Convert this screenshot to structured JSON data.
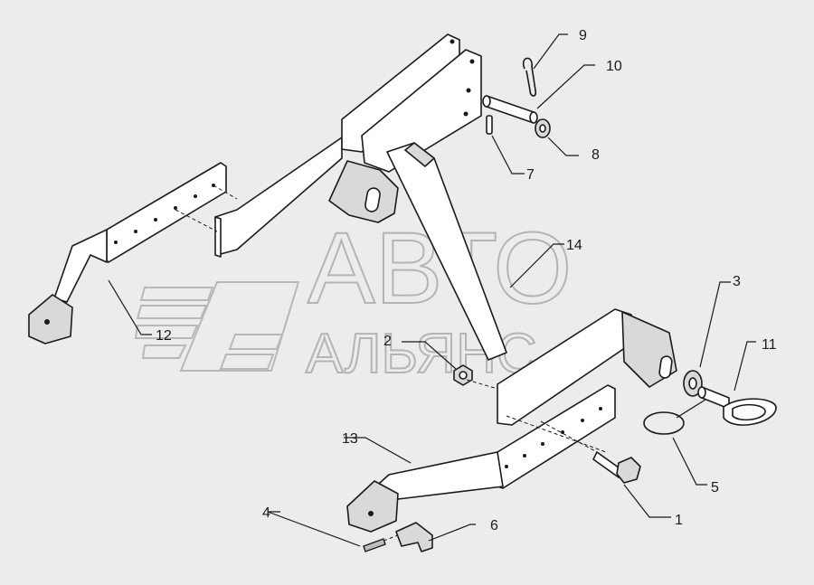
{
  "watermark": {
    "line1": "АВТО",
    "line2": "АЛЬЯНС"
  },
  "callouts": [
    {
      "id": "1",
      "label": "1"
    },
    {
      "id": "2",
      "label": "2"
    },
    {
      "id": "3",
      "label": "3"
    },
    {
      "id": "4",
      "label": "4"
    },
    {
      "id": "5",
      "label": "5"
    },
    {
      "id": "6",
      "label": "6"
    },
    {
      "id": "7",
      "label": "7"
    },
    {
      "id": "8",
      "label": "8"
    },
    {
      "id": "9",
      "label": "9"
    },
    {
      "id": "10",
      "label": "10"
    },
    {
      "id": "11",
      "label": "11"
    },
    {
      "id": "12",
      "label": "12"
    },
    {
      "id": "13",
      "label": "13"
    },
    {
      "id": "14",
      "label": "14"
    }
  ]
}
